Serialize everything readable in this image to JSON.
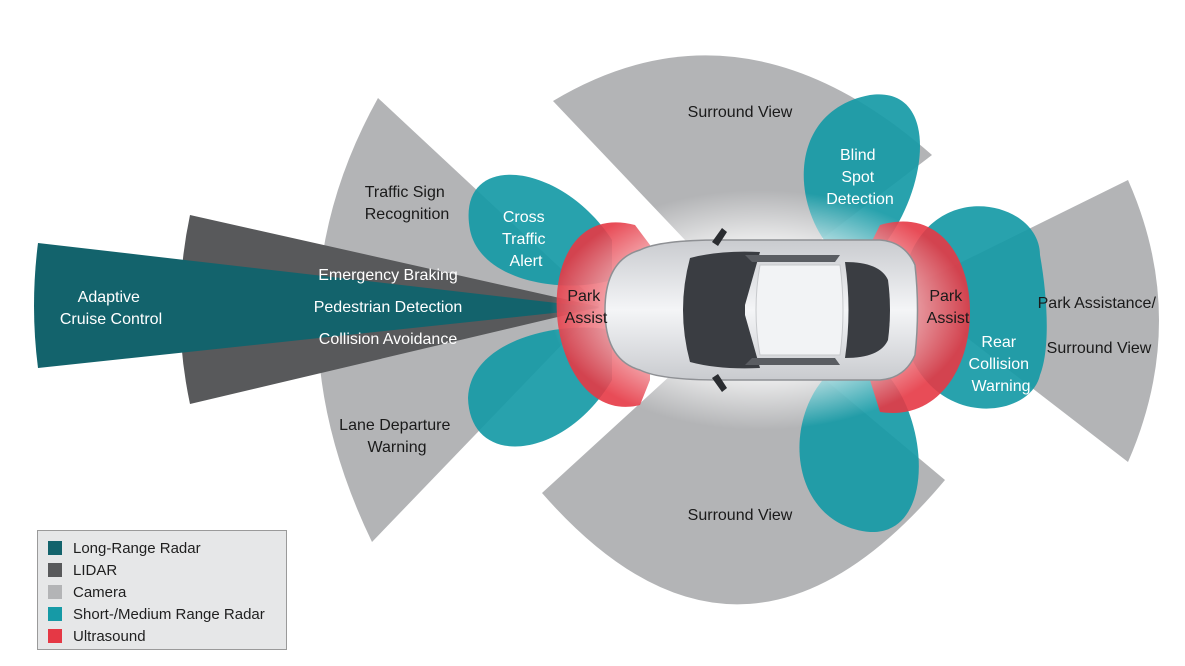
{
  "colors": {
    "long_range_radar": "#13636c",
    "lidar": "#58595b",
    "camera": "#b3b4b6",
    "short_medium_radar": "#169aa6",
    "ultrasound": "#e53845"
  },
  "labels": {
    "surround_view_top": "Surround View",
    "surround_view_bottom": "Surround View",
    "traffic_sign": [
      "Traffic Sign",
      "Recognition"
    ],
    "adaptive_cruise": [
      "Adaptive",
      "Cruise Control"
    ],
    "emergency_braking": "Emergency Braking",
    "pedestrian_detection": "Pedestrian Detection",
    "collision_avoidance": "Collision Avoidance",
    "lane_departure": [
      "Lane Departure",
      "Warning"
    ],
    "cross_traffic": [
      "Cross",
      "Traffic",
      "Alert"
    ],
    "park_assist_front": [
      "Park",
      "Assist"
    ],
    "park_assist_rear": [
      "Park",
      "Assist"
    ],
    "blind_spot": [
      "Blind",
      "Spot",
      "Detection"
    ],
    "rear_collision": [
      "Rear",
      "Collision",
      "Warning"
    ],
    "park_assistance_surround": [
      "Park Assistance/",
      "Surround View"
    ]
  },
  "legend": [
    {
      "label": "Long-Range Radar",
      "color": "#13636c"
    },
    {
      "label": "LIDAR",
      "color": "#58595b"
    },
    {
      "label": "Camera",
      "color": "#b3b4b6"
    },
    {
      "label": "Short-/Medium Range Radar",
      "color": "#169aa6"
    },
    {
      "label": "Ultrasound",
      "color": "#e53845"
    }
  ]
}
